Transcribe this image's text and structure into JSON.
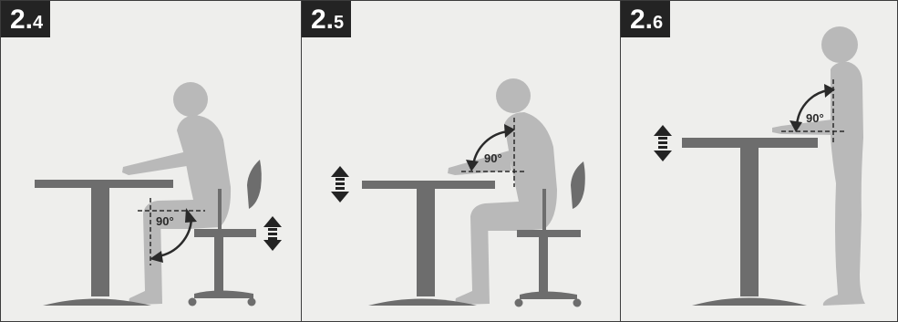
{
  "panels": [
    {
      "id": "2.4",
      "major": "2.",
      "minor": "4",
      "angle_label": "90°"
    },
    {
      "id": "2.5",
      "major": "2.",
      "minor": "5",
      "angle_label": "90°"
    },
    {
      "id": "2.6",
      "major": "2.",
      "minor": "6",
      "angle_label": "90°"
    }
  ],
  "colors": {
    "background": "#eeeeec",
    "furniture": "#6d6d6d",
    "person": "#b9b9b9",
    "badge": "#232323",
    "guide": "#2a2a2a"
  },
  "icons": [
    "height-adjust-arrow-icon",
    "angle-arc-arrow-icon"
  ]
}
